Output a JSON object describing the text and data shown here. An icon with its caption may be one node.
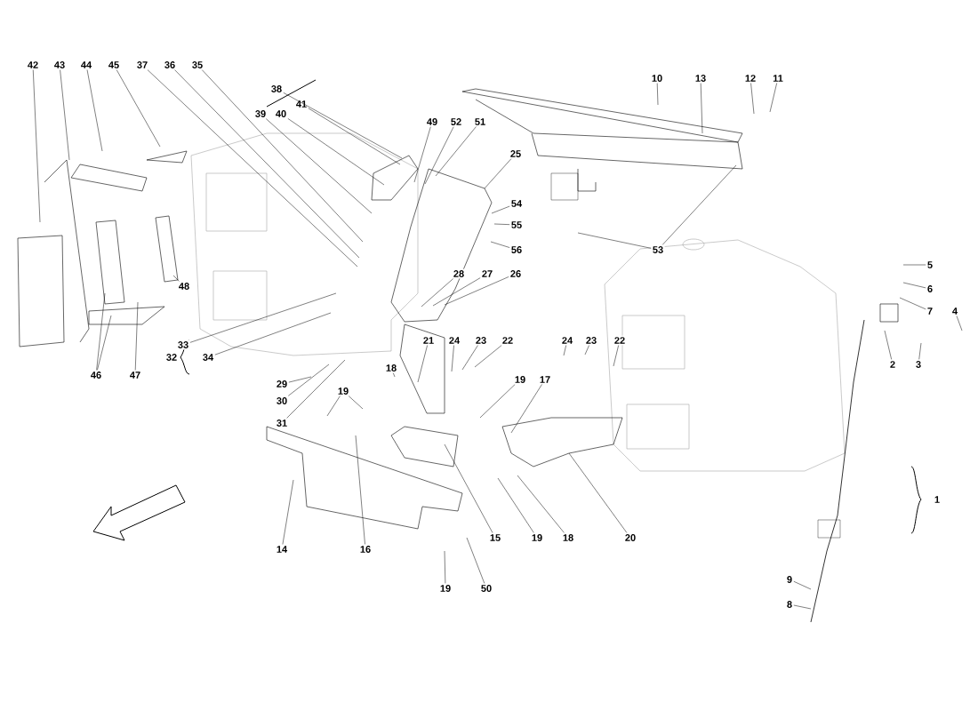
{
  "diagram": {
    "nodes": [
      {
        "text": [
          "42"
        ]
      },
      {
        "text": [
          "43"
        ]
      },
      {
        "text": [
          "44"
        ]
      },
      {
        "text": [
          "45"
        ]
      },
      {
        "text": [
          "37"
        ]
      },
      {
        "text": [
          "36"
        ]
      },
      {
        "text": [
          "35"
        ]
      },
      {
        "text": [
          "10"
        ]
      },
      {
        "text": [
          "13"
        ]
      },
      {
        "text": [
          "12"
        ]
      },
      {
        "text": [
          "11"
        ]
      },
      {
        "text": [
          "38"
        ]
      },
      {
        "text": [
          "41"
        ]
      },
      {
        "text": [
          "39"
        ]
      },
      {
        "text": [
          "40"
        ]
      },
      {
        "text": [
          "49"
        ]
      },
      {
        "text": [
          "52"
        ]
      },
      {
        "text": [
          "51"
        ]
      },
      {
        "text": [
          "25"
        ]
      },
      {
        "text": [
          "54"
        ]
      },
      {
        "text": [
          "55"
        ]
      },
      {
        "text": [
          "56"
        ]
      },
      {
        "text": [
          "53"
        ]
      },
      {
        "text": [
          "5"
        ]
      },
      {
        "text": [
          "28"
        ]
      },
      {
        "text": [
          "27"
        ]
      },
      {
        "text": [
          "26"
        ]
      },
      {
        "text": [
          "48"
        ]
      },
      {
        "text": [
          "6"
        ]
      },
      {
        "text": [
          "7"
        ]
      },
      {
        "text": [
          "4"
        ]
      },
      {
        "text": [
          "21"
        ]
      },
      {
        "text": [
          "24"
        ]
      },
      {
        "text": [
          "23"
        ]
      },
      {
        "text": [
          "22"
        ]
      },
      {
        "text": [
          "24"
        ]
      },
      {
        "text": [
          "23"
        ]
      },
      {
        "text": [
          "22"
        ]
      },
      {
        "text": [
          "33"
        ]
      },
      {
        "text": [
          "32"
        ]
      },
      {
        "text": [
          "34"
        ]
      },
      {
        "text": [
          "2"
        ]
      },
      {
        "text": [
          "3"
        ]
      },
      {
        "text": [
          "18"
        ]
      },
      {
        "text": [
          "46"
        ]
      },
      {
        "text": [
          "47"
        ]
      },
      {
        "text": [
          "19"
        ]
      },
      {
        "text": [
          "19"
        ]
      },
      {
        "text": [
          "17"
        ]
      },
      {
        "text": [
          "29"
        ]
      },
      {
        "text": [
          "30"
        ]
      },
      {
        "text": [
          "31"
        ]
      },
      {
        "text": [
          "1"
        ]
      },
      {
        "text": [
          "15"
        ]
      },
      {
        "text": [
          "19"
        ]
      },
      {
        "text": [
          "18"
        ]
      },
      {
        "text": [
          "20"
        ]
      },
      {
        "text": [
          "14"
        ]
      },
      {
        "text": [
          "16"
        ]
      },
      {
        "text": [
          "9"
        ]
      },
      {
        "text": [
          "19"
        ]
      },
      {
        "text": [
          "50"
        ]
      },
      {
        "text": [
          "8"
        ]
      }
    ],
    "edges": [
      {
        "from": 0,
        "to": null,
        "arrow": "none"
      },
      {
        "from": 1,
        "to": null,
        "arrow": "none"
      },
      {
        "from": 2,
        "to": null,
        "arrow": "none"
      },
      {
        "from": 3,
        "to": null,
        "arrow": "none"
      },
      {
        "from": 4,
        "to": null,
        "arrow": "none"
      },
      {
        "from": 5,
        "to": null,
        "arrow": "none"
      },
      {
        "from": 6,
        "to": null,
        "arrow": "none"
      },
      {
        "from": 7,
        "to": null,
        "arrow": "none"
      },
      {
        "from": 8,
        "to": null,
        "arrow": "none"
      },
      {
        "from": 9,
        "to": null,
        "arrow": "none"
      },
      {
        "from": 10,
        "to": null,
        "arrow": "none"
      },
      {
        "from": 11,
        "to": null,
        "arrow": "none"
      },
      {
        "from": 12,
        "to": null,
        "arrow": "none"
      },
      {
        "from": 13,
        "to": null,
        "arrow": "none"
      },
      {
        "from": 14,
        "to": null,
        "arrow": "none"
      },
      {
        "from": 15,
        "to": null,
        "arrow": "none"
      },
      {
        "from": 16,
        "to": null,
        "arrow": "none"
      },
      {
        "from": 17,
        "to": null,
        "arrow": "none"
      },
      {
        "from": 18,
        "to": null,
        "arrow": "none"
      },
      {
        "from": 19,
        "to": null,
        "arrow": "none"
      },
      {
        "from": 20,
        "to": null,
        "arrow": "none"
      },
      {
        "from": 21,
        "to": null,
        "arrow": "none"
      },
      {
        "from": 22,
        "to": null,
        "arrow": "none"
      },
      {
        "from": 22,
        "to": null,
        "arrow": "none"
      },
      {
        "from": 23,
        "to": null,
        "arrow": "none"
      },
      {
        "from": 24,
        "to": null,
        "arrow": "none"
      },
      {
        "from": 25,
        "to": null,
        "arrow": "none"
      },
      {
        "from": 26,
        "to": null,
        "arrow": "none"
      },
      {
        "from": 27,
        "to": null,
        "arrow": "none"
      },
      {
        "from": 28,
        "to": null,
        "arrow": "none"
      },
      {
        "from": 29,
        "to": null,
        "arrow": "none"
      },
      {
        "from": 30,
        "to": null,
        "arrow": "none"
      },
      {
        "from": 31,
        "to": null,
        "arrow": "none"
      },
      {
        "from": 32,
        "to": null,
        "arrow": "none"
      },
      {
        "from": 33,
        "to": null,
        "arrow": "none"
      },
      {
        "from": 34,
        "to": null,
        "arrow": "none"
      },
      {
        "from": 35,
        "to": null,
        "arrow": "none"
      },
      {
        "from": 36,
        "to": null,
        "arrow": "none"
      },
      {
        "from": 37,
        "to": null,
        "arrow": "none"
      },
      {
        "from": 38,
        "to": null,
        "arrow": "none"
      },
      {
        "from": 40,
        "to": null,
        "arrow": "none"
      },
      {
        "from": 41,
        "to": null,
        "arrow": "none"
      },
      {
        "from": 42,
        "to": null,
        "arrow": "none"
      },
      {
        "from": 43,
        "to": null,
        "arrow": "none"
      },
      {
        "from": 44,
        "to": null,
        "arrow": "none"
      },
      {
        "from": 44,
        "to": null,
        "arrow": "none"
      },
      {
        "from": 45,
        "to": null,
        "arrow": "none"
      },
      {
        "from": 46,
        "to": null,
        "arrow": "none"
      },
      {
        "from": 46,
        "to": null,
        "arrow": "none"
      },
      {
        "from": 47,
        "to": null,
        "arrow": "none"
      },
      {
        "from": 48,
        "to": null,
        "arrow": "none"
      },
      {
        "from": 49,
        "to": null,
        "arrow": "none"
      },
      {
        "from": 50,
        "to": null,
        "arrow": "none"
      },
      {
        "from": 51,
        "to": null,
        "arrow": "none"
      },
      {
        "from": 53,
        "to": null,
        "arrow": "none"
      },
      {
        "from": 54,
        "to": null,
        "arrow": "none"
      },
      {
        "from": 55,
        "to": null,
        "arrow": "none"
      },
      {
        "from": 56,
        "to": null,
        "arrow": "none"
      },
      {
        "from": 57,
        "to": null,
        "arrow": "none"
      },
      {
        "from": 58,
        "to": null,
        "arrow": "none"
      },
      {
        "from": 59,
        "to": null,
        "arrow": "none"
      },
      {
        "from": 60,
        "to": null,
        "arrow": "none"
      },
      {
        "from": 61,
        "to": null,
        "arrow": "none"
      },
      {
        "from": 62,
        "to": null,
        "arrow": "none"
      }
    ]
  }
}
